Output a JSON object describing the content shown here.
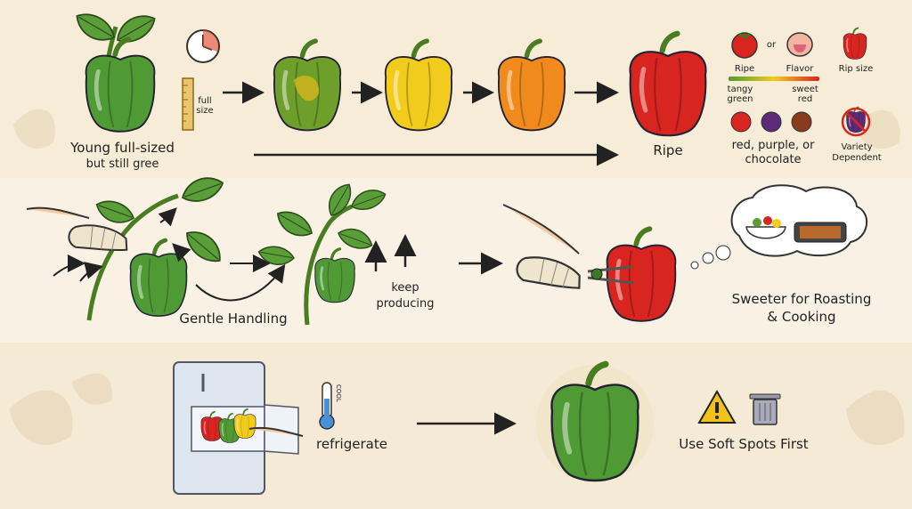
{
  "row1": {
    "start_label": "Young full-sized",
    "start_sub": "but still gree",
    "ruler_label": "full size",
    "ripe_label": "Ripe",
    "legend": {
      "ripe": "Ripe",
      "or": "or",
      "flavor": "Flavor",
      "rip_size": "Rip size",
      "tangy": "tangy green",
      "sweet": "sweet red",
      "colors": "red, purple, or chocolate",
      "variety": "Variety Dependent"
    }
  },
  "row2": {
    "handling": "Gentle Handling",
    "keep": "keep producing",
    "sweeter": "Sweeter for Roasting & Cooking"
  },
  "row3": {
    "cool": "COOL",
    "refrigerate": "refrigerate",
    "soft_spots": "Use Soft Spots First"
  },
  "colors": {
    "green": "#4f9a35",
    "yellow": "#f2cc1c",
    "orange": "#f08a1c",
    "red": "#d8251f",
    "purple": "#5b2a78",
    "chocolate": "#8a3b1e"
  }
}
